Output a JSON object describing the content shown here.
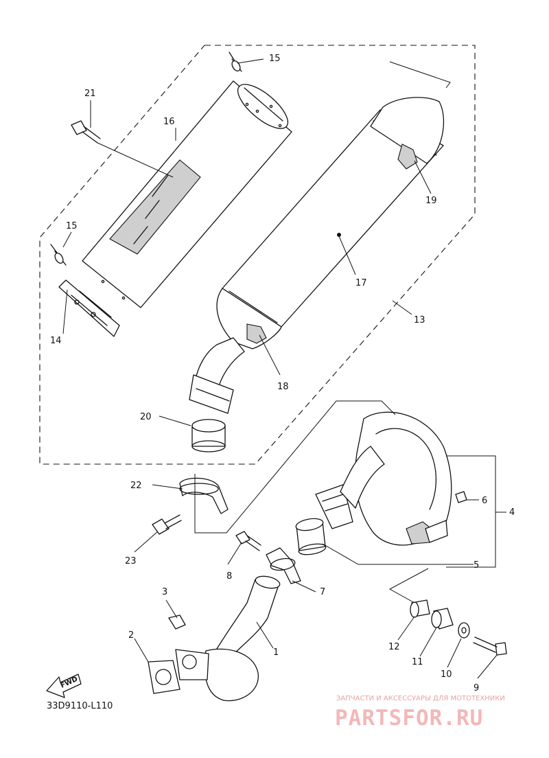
{
  "diagram_code": "33D9110-L110",
  "fwd_label": "FWD",
  "watermark": {
    "tagline": "ЗАПЧАСТИ И АКСЕССУАРЫ ДЛЯ МОТОТЕХНИКИ",
    "brand": "PARTSFOR.RU",
    "color": "#f2b8b8"
  },
  "callouts": {
    "c1": "1",
    "c2": "2",
    "c3": "3",
    "c4": "4",
    "c5": "5",
    "c6": "6",
    "c7": "7",
    "c8": "8",
    "c9": "9",
    "c10": "10",
    "c11": "11",
    "c12": "12",
    "c13": "13",
    "c14": "14",
    "c15a": "15",
    "c15b": "15",
    "c16": "16",
    "c17": "17",
    "c18": "18",
    "c19": "19",
    "c20": "20",
    "c21": "21",
    "c22": "22",
    "c23": "23"
  }
}
